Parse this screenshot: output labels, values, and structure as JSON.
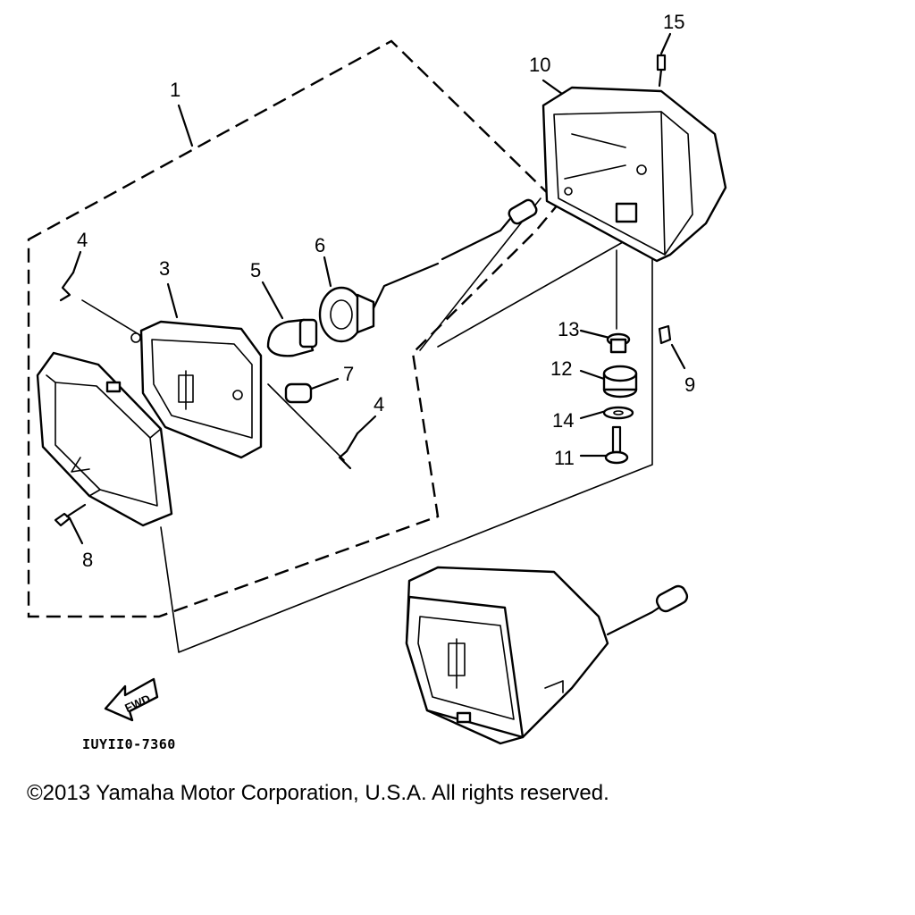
{
  "callouts": [
    {
      "id": "c1",
      "label": "1"
    },
    {
      "id": "c3",
      "label": "3"
    },
    {
      "id": "c4a",
      "label": "4"
    },
    {
      "id": "c4b",
      "label": "4"
    },
    {
      "id": "c5",
      "label": "5"
    },
    {
      "id": "c6",
      "label": "6"
    },
    {
      "id": "c7",
      "label": "7"
    },
    {
      "id": "c8",
      "label": "8"
    },
    {
      "id": "c9",
      "label": "9"
    },
    {
      "id": "c10",
      "label": "10"
    },
    {
      "id": "c11",
      "label": "11"
    },
    {
      "id": "c12",
      "label": "12"
    },
    {
      "id": "c13",
      "label": "13"
    },
    {
      "id": "c14",
      "label": "14"
    },
    {
      "id": "c15",
      "label": "15"
    }
  ],
  "fwd_label": "FWD",
  "diagram_code": "IUYII0-7360",
  "copyright": "©2013 Yamaha Motor Corporation, U.S.A. All rights reserved."
}
